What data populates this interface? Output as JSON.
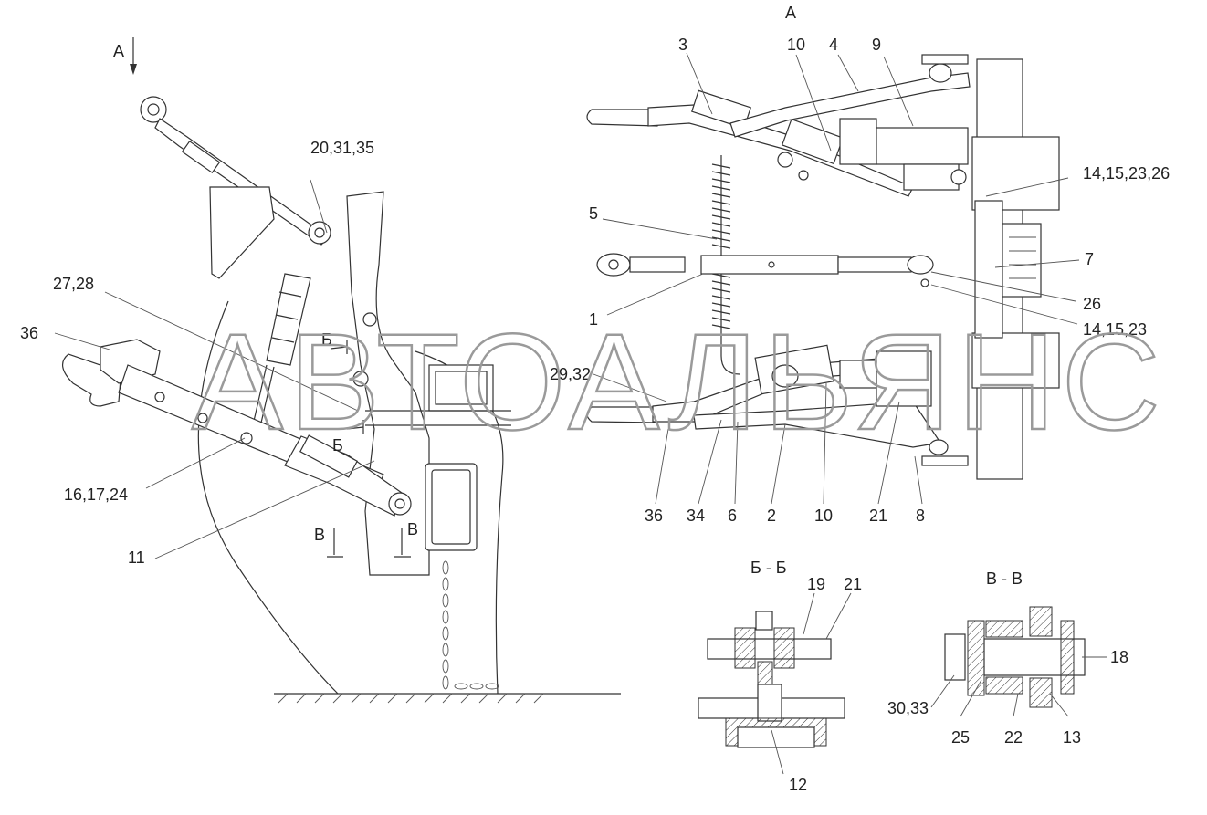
{
  "watermark": "АВТОАЛЬЯНС",
  "views": {
    "top_view_label": "А",
    "side_arrow_label": "А",
    "section_b_label": "Б - Б",
    "section_v_label": "В - В",
    "cut_b_mark": "Б",
    "cut_v_mark": "В"
  },
  "callouts": [
    "1",
    "2",
    "3",
    "4",
    "5",
    "6",
    "7",
    "8",
    "9",
    "10",
    "11",
    "12",
    "13",
    "14,15,23",
    "14,15,23,26",
    "16,17,24",
    "18",
    "19",
    "20,31,35",
    "21",
    "22",
    "25",
    "26",
    "27,28",
    "29,32",
    "30,33",
    "34",
    "36"
  ],
  "labels": {
    "c1": "1",
    "c2": "2",
    "c3": "3",
    "c4": "4",
    "c5": "5",
    "c6": "6",
    "c7": "7",
    "c8": "8",
    "c9": "9",
    "c10a": "10",
    "c10b": "10",
    "c11": "11",
    "c12": "12",
    "c13": "13",
    "c14_15_23": "14,15,23",
    "c14_15_23_26": "14,15,23,26",
    "c16_17_24": "16,17,24",
    "c18": "18",
    "c19": "19",
    "c20_31_35": "20,31,35",
    "c21a": "21",
    "c21b": "21",
    "c22": "22",
    "c25": "25",
    "c26": "26",
    "c27_28": "27,28",
    "c29_32": "29,32",
    "c30_33": "30,33",
    "c34": "34",
    "c36a": "36",
    "c36b": "36"
  }
}
